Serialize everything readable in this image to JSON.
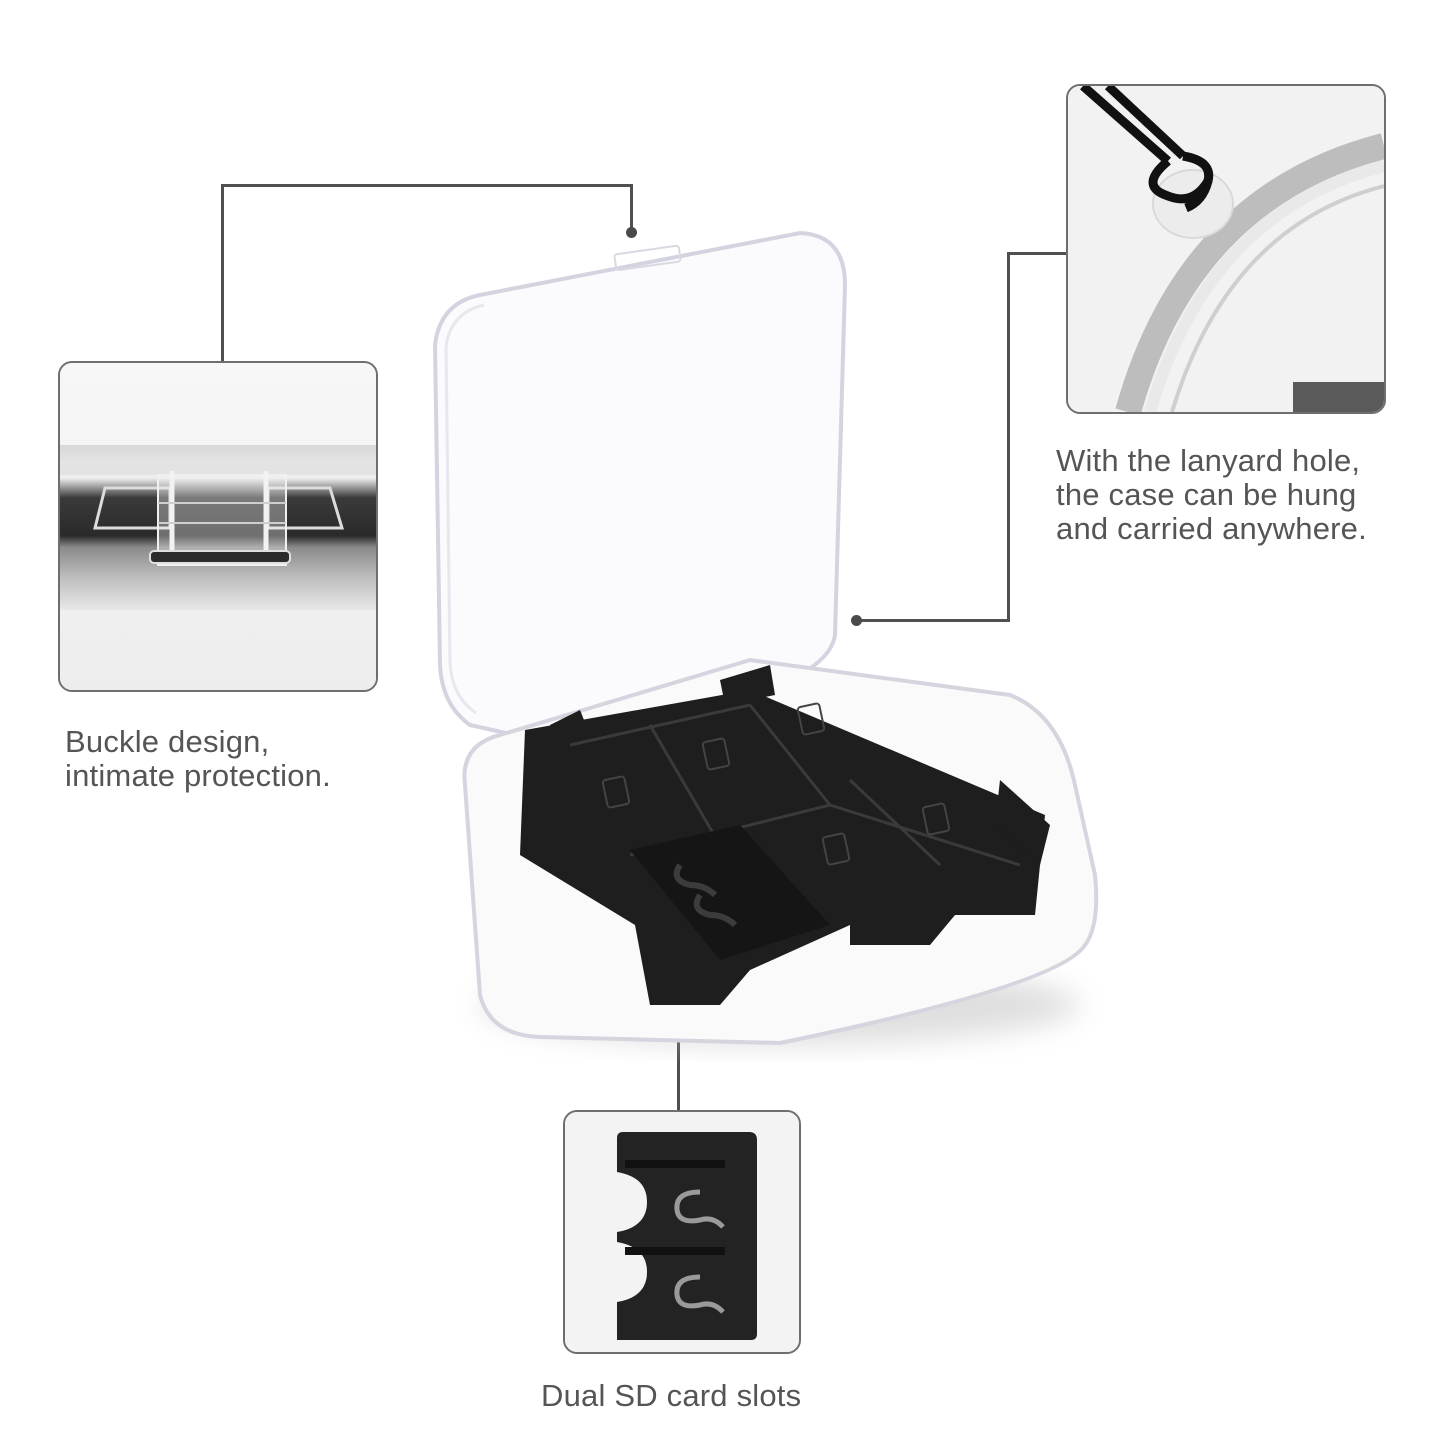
{
  "callouts": {
    "buckle": {
      "lines": [
        "Buckle design,",
        "intimate protection."
      ]
    },
    "lanyard": {
      "lines": [
        "With the lanyard hole,",
        "the case can be hung",
        "and carried anywhere."
      ]
    },
    "sd_slots": {
      "lines": [
        "Dual SD card slots"
      ]
    }
  },
  "colors": {
    "text": "#555555",
    "leader_line": "#505050",
    "inset_border": "#6e6e6e",
    "tray": "#1c1c1c",
    "background": "#ffffff"
  },
  "product": {
    "case_slots_total": 6,
    "lid": "clear transparent hinged lid",
    "tray": "black card tray"
  }
}
